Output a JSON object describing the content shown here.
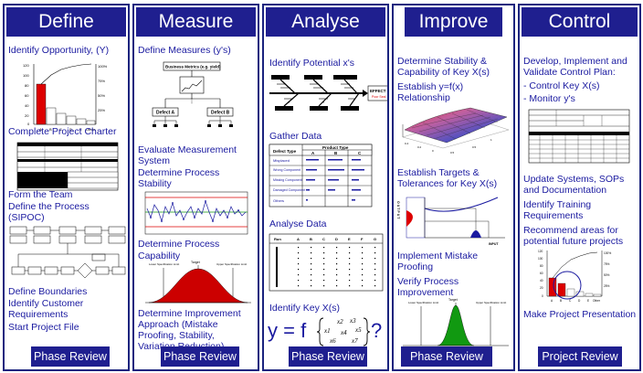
{
  "define": {
    "title": "Define",
    "items": [
      "Identify Opportunity, (Y)",
      "Complete Project Charter",
      "Form the Team",
      "Define the Process",
      "(SIPOC)",
      "Define Boundaries",
      "Identify Customer",
      "Requirements",
      "Start Project File"
    ],
    "footer": "Phase Review"
  },
  "measure": {
    "title": "Measure",
    "items": [
      "Define Measures (y's)",
      "Evaluate Measurement",
      "System",
      "Determine Process",
      "Stability",
      "Determine Process",
      "Capability",
      "Determine Improvement",
      "Approach (Mistake",
      "Proofing, Stability,",
      "Variation Reduction)"
    ],
    "business_metric": "Business Metrics (e.g. yield)",
    "defect_a": "Defect A",
    "defect_b": "Defect B",
    "cap_lower": "Lower Specification Limit",
    "cap_target": "Target",
    "cap_upper": "Upper Specification Limit",
    "footer": "Phase Review"
  },
  "analyse": {
    "title": "Analyse",
    "items": [
      "Identify Potential x's",
      "Gather Data",
      "Analyse Data",
      "Identify Key X(s)"
    ],
    "fishbone_effect": "EFFECT",
    "fishbone_effect_sub": "Poor Seal",
    "defect_table": {
      "header_type": "Defect Type",
      "header_product": "Product Type",
      "cols": [
        "A",
        "B",
        "C"
      ],
      "rows": [
        "Misplaced",
        "Wrong Component",
        "Missing Component",
        "Damaged Component",
        "Others"
      ]
    },
    "matrix_header": [
      "Run",
      "A",
      "B",
      "C",
      "D",
      "E",
      "F",
      "G"
    ],
    "formula_y": "y = f",
    "formula_q": "?",
    "formula_xs": [
      "x1",
      "x2",
      "x3",
      "x4",
      "x5",
      "x6",
      "x7"
    ],
    "footer": "Phase Review"
  },
  "improve": {
    "title": "Improve",
    "items": [
      "Determine Stability &",
      "Capability of Key X(s)",
      "Establish y=f(x)",
      "Relationship",
      "Establish Targets &",
      "Tolerances for Key X(s)",
      "Implement Mistake",
      "Proofing",
      "Verify Process",
      "Improvement"
    ],
    "output_label": "OUTPUT",
    "input_label": "INPUT",
    "cap_lower": "Lower Specification Limit",
    "cap_target": "Target",
    "cap_upper": "Upper Specification Limit",
    "footer": "Phase Review"
  },
  "control": {
    "title": "Control",
    "items": [
      "Develop, Implement and",
      "Validate Control Plan:",
      "- Control Key X(s)",
      "- Monitor y's",
      "Update Systems, SOPs",
      "and Documentation",
      "Identify Training",
      "Requirements",
      "Recommend areas for",
      "potential future projects",
      "Make Project Presentation"
    ],
    "footer": "Project Review"
  },
  "pareto": {
    "categories": [
      "A",
      "B",
      "C",
      "D",
      "E",
      "Other"
    ],
    "y_ticks": [
      "120",
      "100",
      "80",
      "60",
      "40",
      "20",
      "0"
    ],
    "pct_ticks": [
      "100%",
      "75%",
      "50%",
      "25%"
    ]
  },
  "colors": {
    "header": "#1f1f8f",
    "text": "#1a1aa0",
    "bar": "#dd0000",
    "bell_red": "#cc0000",
    "bell_green": "#119911"
  }
}
